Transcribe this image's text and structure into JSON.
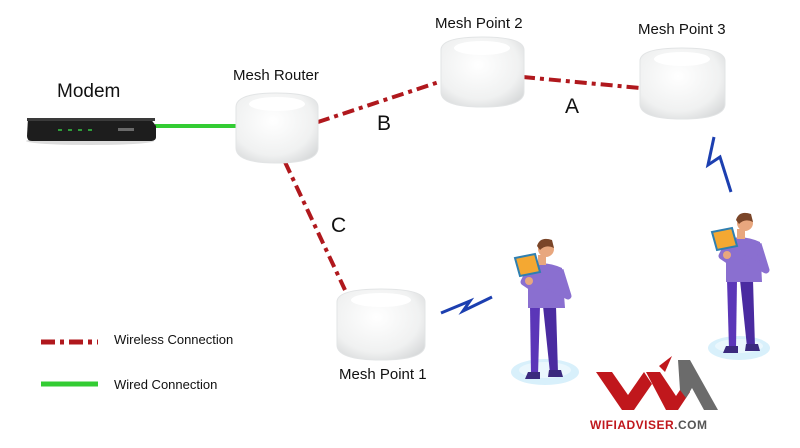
{
  "nodes": {
    "modem": "Modem",
    "router": "Mesh Router",
    "mp1": "Mesh Point 1",
    "mp2": "Mesh Point 2",
    "mp3": "Mesh Point 3"
  },
  "links": {
    "a": "A",
    "b": "B",
    "c": "C"
  },
  "legend": {
    "wireless": "Wireless Connection",
    "wired": "Wired Connection"
  },
  "logo": {
    "name": "WIFIADVISER",
    "domain": ".COM"
  },
  "colors": {
    "wireless": "#b0181d",
    "wired": "#33cc33",
    "signal": "#1c3fb0",
    "person_shirt": "#8a6fd0",
    "person_pants": "#5b36b8",
    "platform": "#d8f0fb",
    "logo_red": "#c0171c"
  }
}
